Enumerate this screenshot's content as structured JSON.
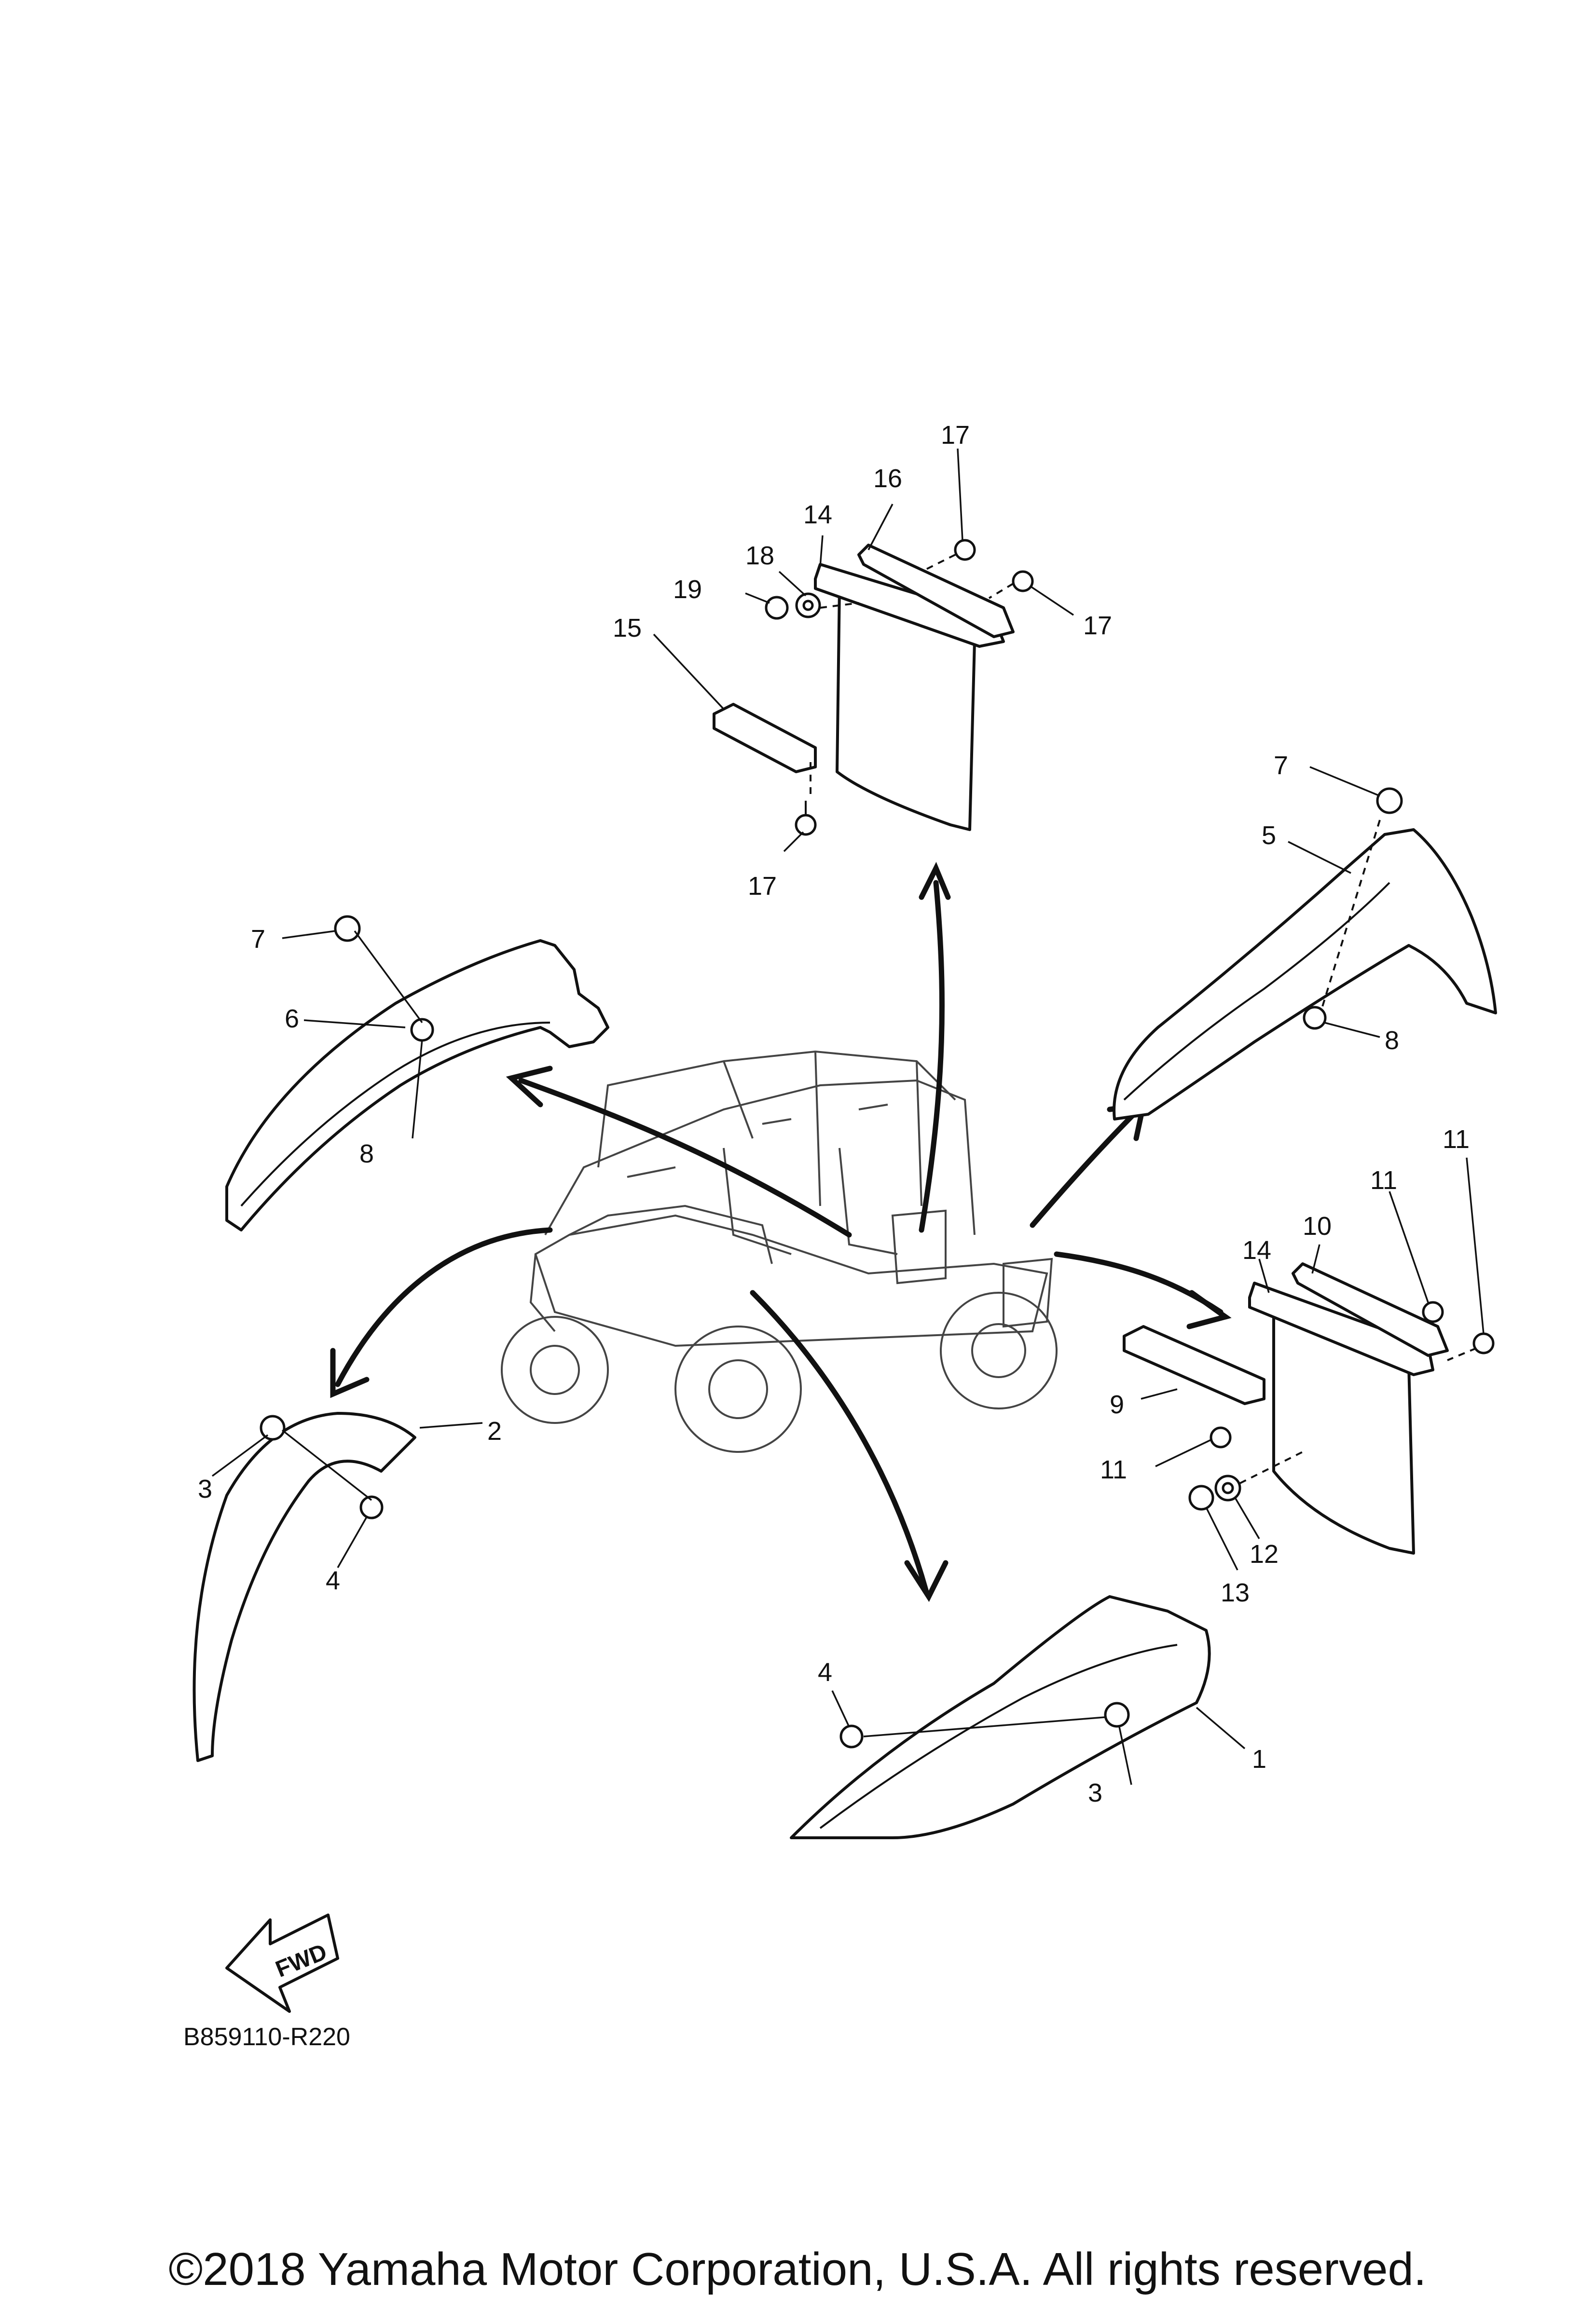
{
  "diagram": {
    "callouts": {
      "c1": "1",
      "c2": "2",
      "c3a": "3",
      "c3b": "3",
      "c4a": "4",
      "c4b": "4",
      "c5": "5",
      "c6": "6",
      "c7a": "7",
      "c7b": "7",
      "c8a": "8",
      "c8b": "8",
      "c9": "9",
      "c10": "10",
      "c11a": "11",
      "c11b": "11",
      "c11c": "11",
      "c12": "12",
      "c13": "13",
      "c14a": "14",
      "c14b": "14",
      "c15": "15",
      "c16": "16",
      "c17a": "17",
      "c17b": "17",
      "c17c": "17",
      "c18": "18",
      "c19": "19"
    },
    "fwd_label": "FWD",
    "diagram_code": "B859110-R220"
  },
  "footer": {
    "copyright": "©2018 Yamaha Motor Corporation, U.S.A. All rights reserved."
  }
}
